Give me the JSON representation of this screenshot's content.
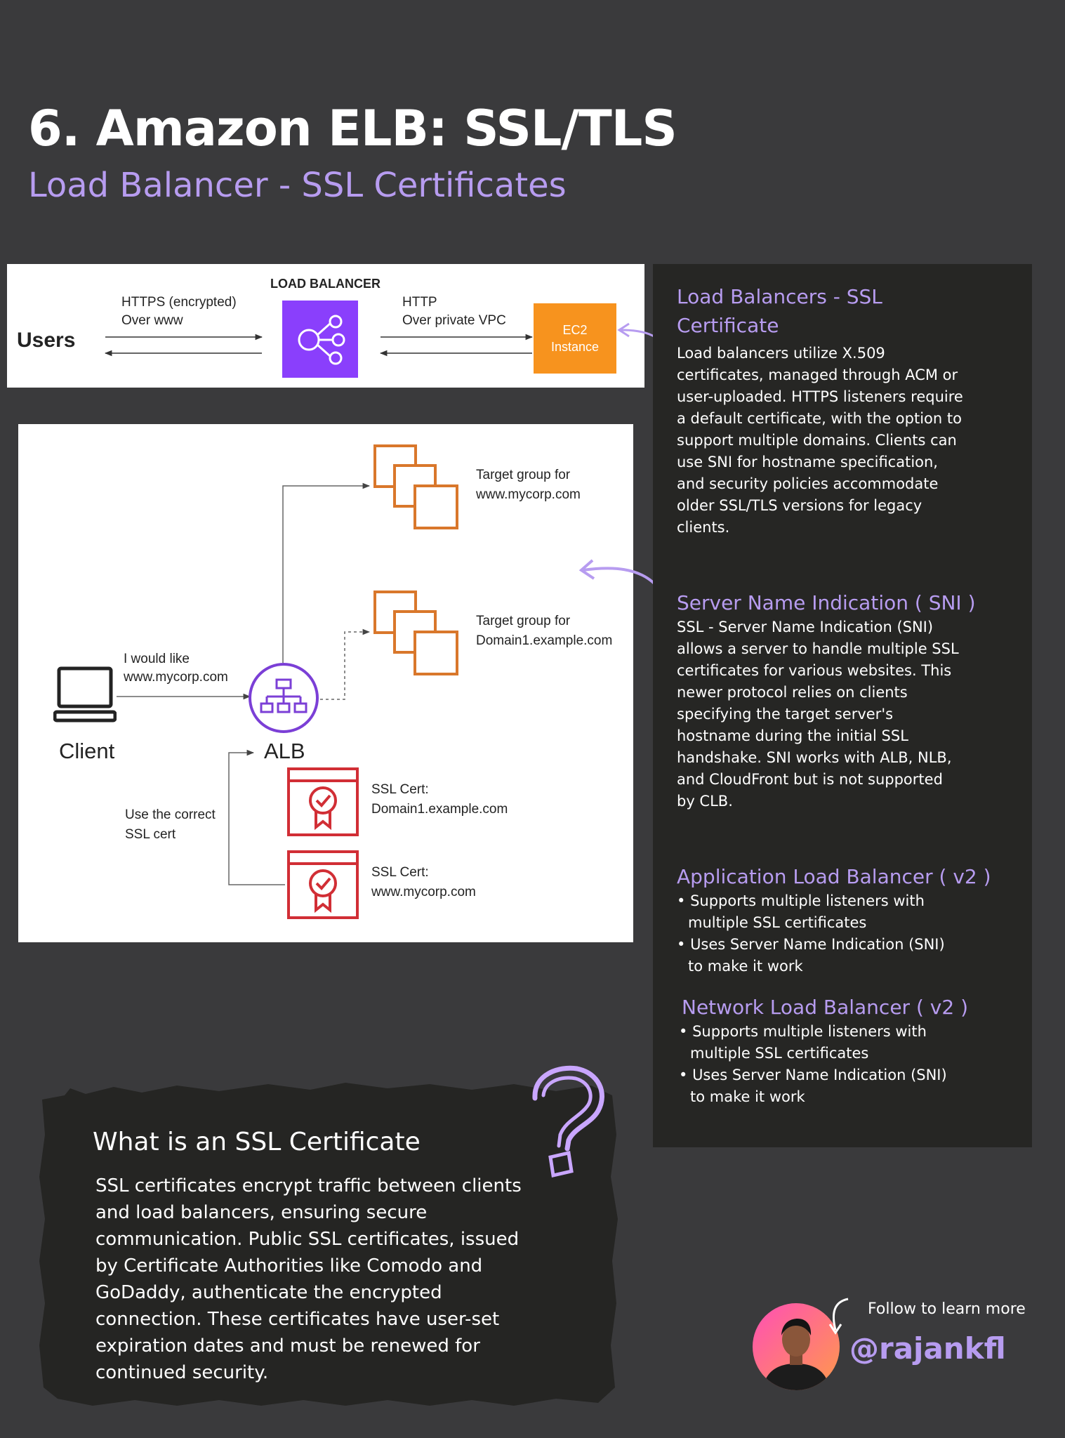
{
  "header": {
    "title": "6. Amazon ELB: SSL/TLS",
    "subtitle": "Load Balancer - SSL Certificates"
  },
  "diagram1": {
    "users": "Users",
    "https_line1": "HTTPS (encrypted)",
    "https_line2": "Over www",
    "load_balancer": "LOAD BALANCER",
    "http_line1": "HTTP",
    "http_line2": "Over private VPC",
    "ec2_line1": "EC2",
    "ec2_line2": "Instance"
  },
  "diagram2": {
    "target1_line1": "Target group for",
    "target1_line2": "www.mycorp.com",
    "target2_line1": "Target group for",
    "target2_line2": "Domain1.example.com",
    "request_line1": "I would like",
    "request_line2": "www.mycorp.com",
    "client": "Client",
    "alb": "ALB",
    "use_cert_line1": "Use the correct",
    "use_cert_line2": "SSL cert",
    "cert1_line1": "SSL Cert:",
    "cert1_line2": "Domain1.example.com",
    "cert2_line1": "SSL Cert:",
    "cert2_line2": "www.mycorp.com"
  },
  "right_panel": {
    "section1_heading_line1": "Load Balancers - SSL",
    "section1_heading_line2": "Certificate",
    "section1_body": [
      "Load balancers utilize X.509",
      "certificates, managed through ACM or",
      "user-uploaded. HTTPS listeners require",
      "a default certificate, with the option to",
      "support multiple domains. Clients can",
      "use SNI for hostname specification,",
      "and security policies accommodate",
      "older SSL/TLS versions for legacy",
      "clients."
    ],
    "section2_heading": "Server Name Indication ( SNI )",
    "section2_body": [
      "SSL - Server Name Indication (SNI)",
      "allows a server to handle multiple SSL",
      "certificates for various websites. This",
      "newer protocol relies on clients",
      "specifying the target server's",
      "hostname during the initial SSL",
      "handshake. SNI works with ALB, NLB,",
      "and CloudFront but is not supported",
      "by CLB."
    ],
    "section3_heading": "Application Load Balancer ( v2 )",
    "section3_items": [
      {
        "line1": "Supports multiple listeners with",
        "line2": "multiple SSL certificates"
      },
      {
        "line1": "Uses Server Name Indication (SNI)",
        "line2": "to make it work"
      }
    ],
    "section4_heading": "Network Load Balancer ( v2 )",
    "section4_items": [
      {
        "line1": "Supports multiple listeners with",
        "line2": "multiple SSL certificates"
      },
      {
        "line1": "Uses Server Name Indication (SNI)",
        "line2": "to make it work"
      }
    ]
  },
  "ssl_box": {
    "heading": "What is an SSL Certificate",
    "text": "SSL certificates encrypt traffic between clients and load balancers, ensuring secure communication. Public SSL certificates, issued by Certificate Authorities like Comodo and GoDaddy, authenticate the encrypted connection. These certificates have user-set expiration dates and must be renewed for continued security."
  },
  "follow": {
    "text": "Follow to learn more",
    "handle": "@rajankfl"
  },
  "colors": {
    "background": "#3a3a3c",
    "accent": "#b79cf0",
    "dark_panel": "#262624",
    "elb_purple": "#8a3ffc",
    "ec2_orange": "#f7931e",
    "target_orange": "#d9772b",
    "cert_red": "#d12e35",
    "alb_purple": "#7b3fd6"
  },
  "icons": [
    "load-balancer-icon",
    "ec2-instance-icon",
    "target-group-icon",
    "laptop-icon",
    "alb-icon",
    "ssl-certificate-icon",
    "question-mark-icon",
    "avatar"
  ]
}
